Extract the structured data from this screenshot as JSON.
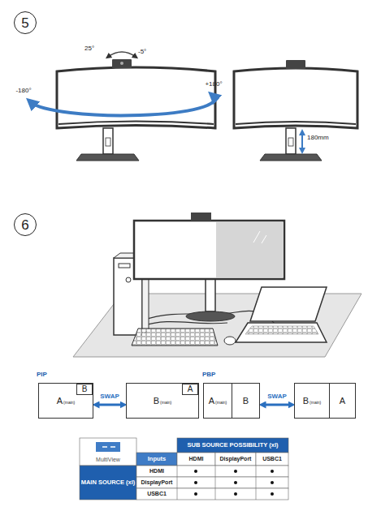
{
  "diagram": {
    "nodes": [
      {
        "text": [
          "5"
        ]
      },
      {
        "text": [
          "6"
        ]
      },
      {
        "text": [
          "A",
          "(main)"
        ]
      },
      {
        "text": [
          "B"
        ],
        "in": 2
      },
      {
        "text": [
          "B",
          "(main)"
        ]
      },
      {
        "text": [
          "A"
        ],
        "in": 4
      },
      {
        "text": [
          "A",
          "(main)"
        ]
      },
      {
        "text": [
          "B"
        ]
      },
      {
        "text": [
          "B",
          "(main)"
        ]
      },
      {
        "text": [
          "A"
        ]
      }
    ],
    "edges": [
      {
        "from": 2,
        "to": 4,
        "label": "SWAP",
        "arrow": "both"
      },
      {
        "from": 7,
        "to": 8,
        "label": "SWAP",
        "arrow": "both"
      }
    ],
    "labels": [
      "25°",
      "-5°",
      "-180°",
      "+180°",
      "180mm",
      "PIP",
      "PBP",
      "MultiView",
      "SUB SOURCE POSSIBILITY (xl)",
      "Inputs",
      "HDMI",
      "DisplayPort",
      "USBC1",
      "MAIN SOURCE (xl)",
      "HDMI",
      "DisplayPort",
      "USBC1"
    ]
  }
}
